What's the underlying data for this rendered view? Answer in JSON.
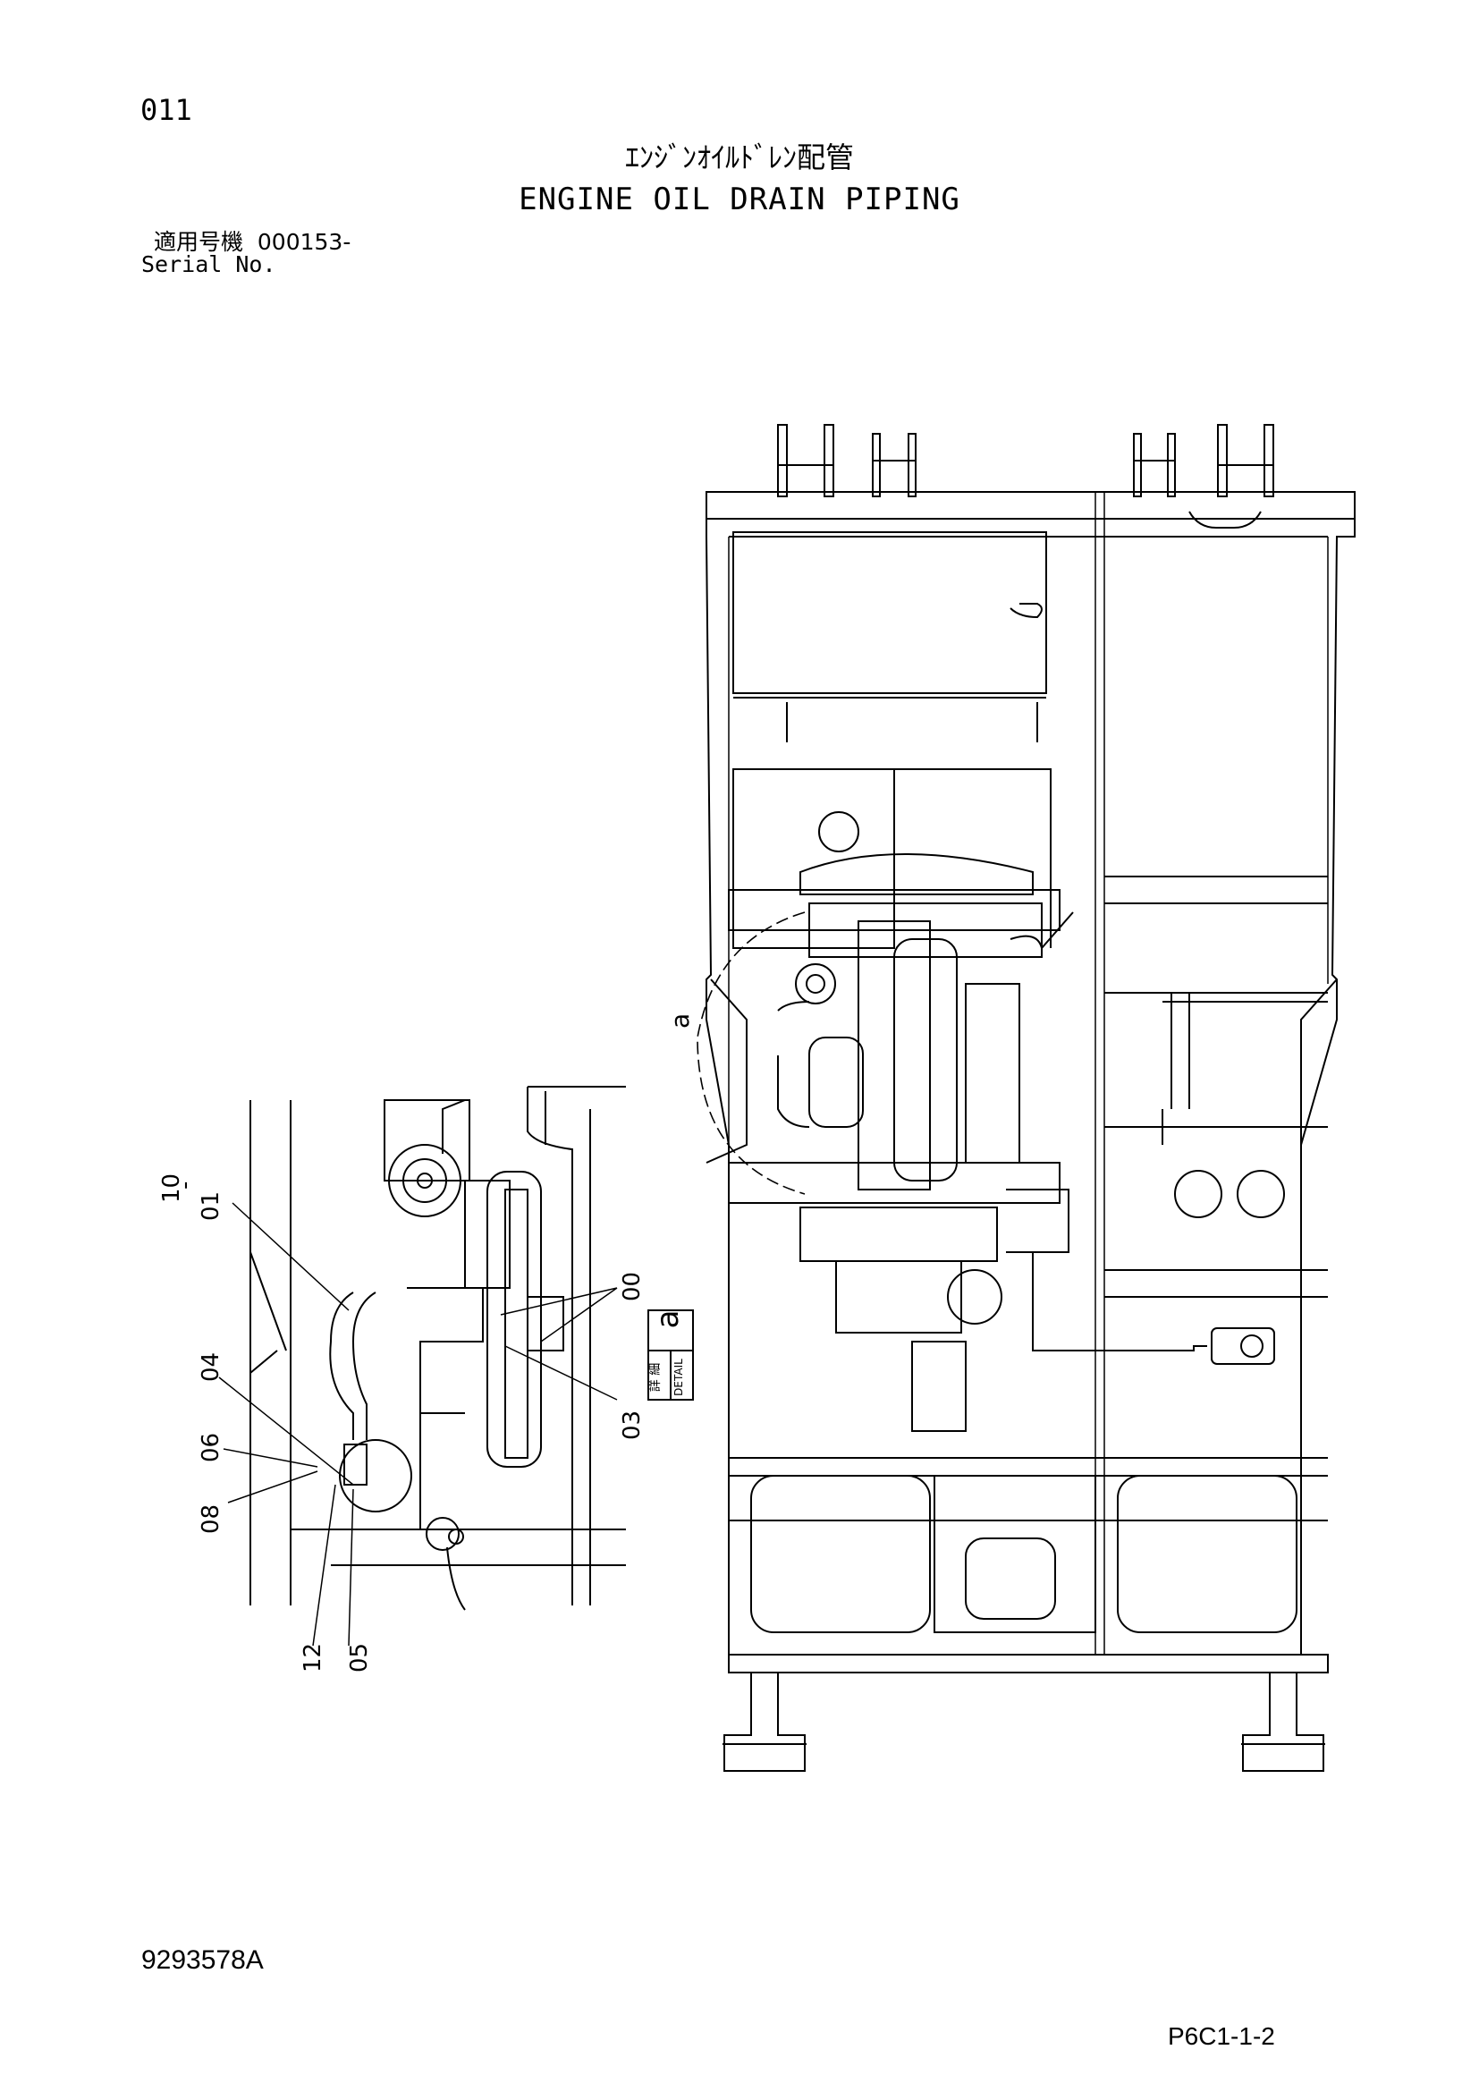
{
  "header": {
    "page_number": "011",
    "title_jp": "ｴﾝｼﾞﾝｵｲﾙﾄﾞﾚﾝ配管",
    "title_en": "ENGINE OIL DRAIN PIPING",
    "serial_label_jp": "適用号機  000153-",
    "serial_label_en": "Serial No."
  },
  "callouts": [
    "10",
    "-",
    "01",
    "04",
    "06",
    "08",
    "00",
    "03",
    "12",
    "05"
  ],
  "detail_box": {
    "letter": "a",
    "label_jp": "詳 細",
    "label_en": "DETAIL"
  },
  "main_view_label": "a",
  "footer": {
    "drawing_number": "9293578A",
    "page_code": "P6C1-1-2"
  }
}
